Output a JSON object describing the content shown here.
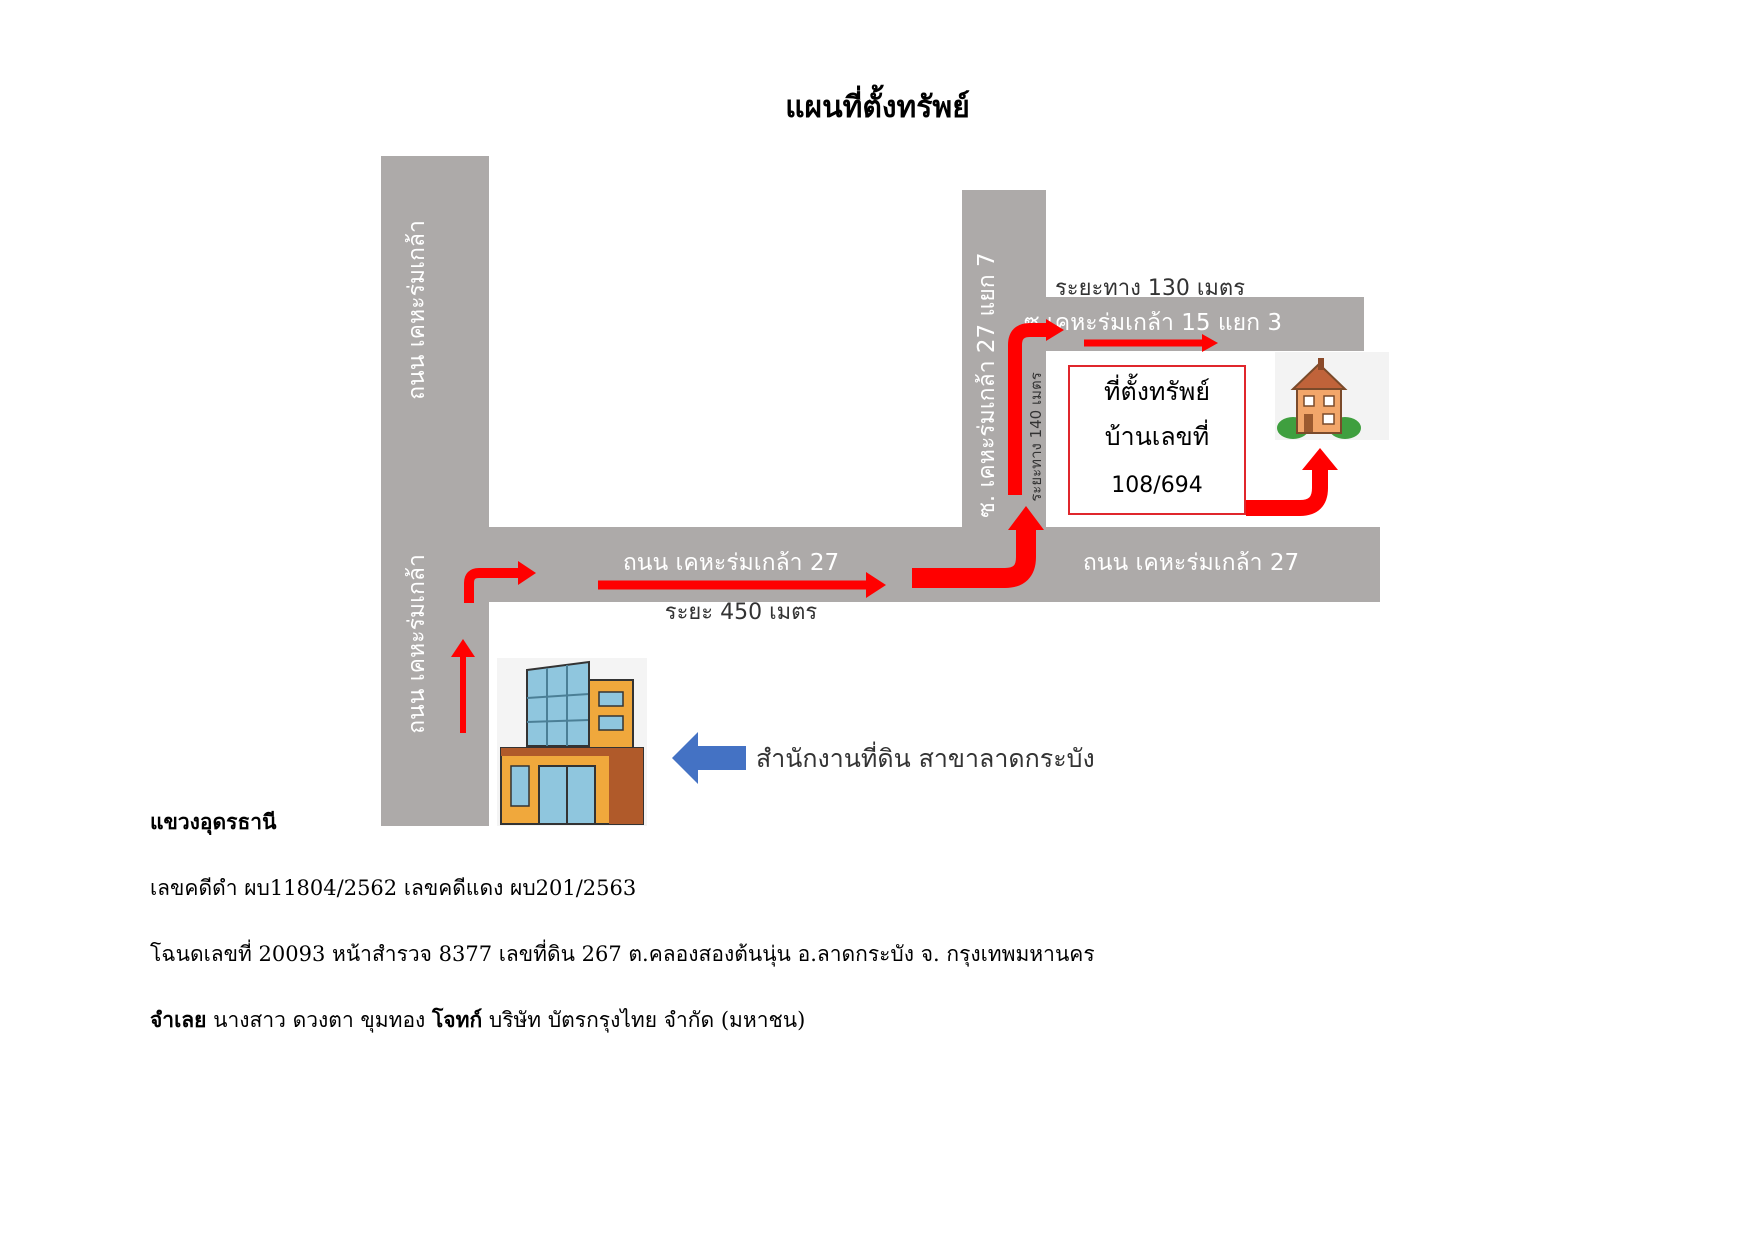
{
  "title": "แผนที่ตั้งทรัพย์",
  "map": {
    "roads": {
      "main_vertical_upper": "ถนน เคหะร่มเกล้า",
      "main_vertical_lower": "ถนน เคหะร่มเกล้า",
      "horizontal_left": "ถนน เคหะร่มเกล้า 27",
      "horizontal_right": "ถนน เคหะร่มเกล้า 27",
      "soi_vertical": "ซ. เคหะร่มเกล้า 27 แยก 7",
      "soi_horizontal": "ซ.เคหะร่มเกล้า 15 แยก 3"
    },
    "distances": {
      "main": "ระยะ 450 เมตร",
      "soi_vertical": "ระยะทาง 140 เมตร",
      "soi_horizontal": "ระยะทาง 130 เมตร"
    },
    "property_box": {
      "line1": "ที่ตั้งทรัพย์",
      "line2": "บ้านเลขที่",
      "line3": "108/694"
    },
    "land_office_label": "สำนักงานที่ดิน สาขาลาดกระบัง",
    "colors": {
      "road": "#adaaa9",
      "route_arrow": "#ff0000",
      "pointer_arrow": "#4472c4",
      "property_border": "#e0262c"
    },
    "icons": [
      "office-building-icon",
      "house-icon"
    ]
  },
  "info": {
    "district": "แขวงอุดรธานี",
    "case_numbers": "เลขคดีดำ ผบ11804/2562 เลขคดีแดง ผบ201/2563",
    "deed": "โฉนดเลขที่ 20093 หน้าสำรวจ 8377 เลขที่ดิน 267 ต.คลองสองต้นนุ่น อ.ลาดกระบัง จ. กรุงเทพมหานคร",
    "defendant_label": "จำเลย",
    "defendant_name": "นางสาว ดวงตา ขุมทอง",
    "plaintiff_label": "โจทก์",
    "plaintiff_name": "บริษัท บัตรกรุงไทย จำกัด (มหาชน)"
  }
}
